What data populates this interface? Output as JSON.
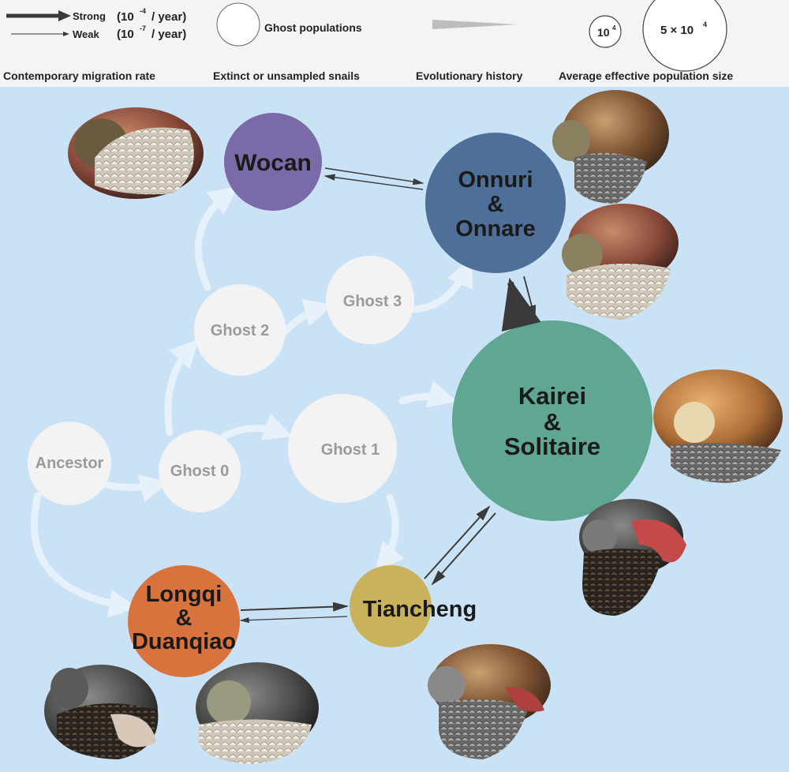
{
  "legend": {
    "strong_label": "Strong",
    "strong_rate_base": "(10",
    "strong_rate_exp": "-4",
    "strong_rate_tail": "/ year)",
    "weak_label": "Weak",
    "weak_rate_base": "(10",
    "weak_rate_exp": "-7",
    "weak_rate_tail": "/ year)",
    "ghost_label": "Ghost populations",
    "size_small_base": "10",
    "size_small_exp": "4",
    "size_large": "5 × 10",
    "size_large_exp": "4",
    "caption_migration": "Contemporary migration rate",
    "caption_extinct": "Extinct or unsampled snails",
    "caption_history": "Evolutionary history",
    "caption_size": "Average effective population size"
  },
  "nodes": {
    "wocan": "Wocan",
    "onnuri_1": "Onnuri",
    "onnuri_2": "&",
    "onnuri_3": "Onnare",
    "kairei_1": "Kairei",
    "kairei_2": "&",
    "kairei_3": "Solitaire",
    "longqi_1": "Longqi",
    "longqi_2": "&",
    "longqi_3": "Duanqiao",
    "tiancheng": "Tiancheng",
    "ancestor": "Ancestor",
    "ghost0": "Ghost 0",
    "ghost1": "Ghost 1",
    "ghost2": "Ghost 2",
    "ghost3": "Ghost 3"
  },
  "colors": {
    "background": "#c9e2f6",
    "legend_bg": "#f4f4f4",
    "wocan": "#7a6aa8",
    "onnuri": "#4e6f97",
    "kairei": "#5fa693",
    "longqi": "#d9733d",
    "tiancheng": "#c9b25a",
    "ghost": "#f3f3f3",
    "ghost_text": "#9a9a9a",
    "history_arrow": "#e6f1fb",
    "migration_arrow": "#3a3a3a"
  }
}
